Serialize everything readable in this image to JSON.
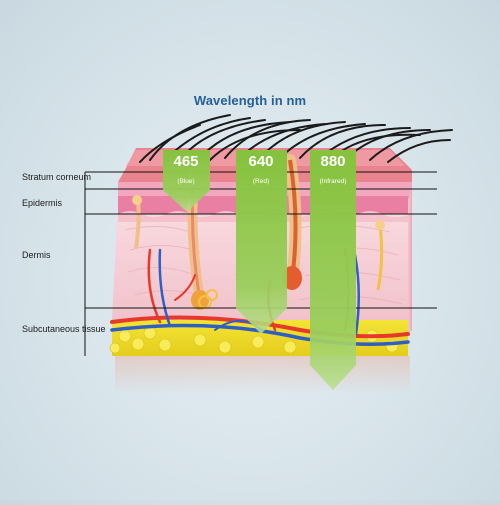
{
  "title": "Wavelength in nm",
  "layers": [
    {
      "label": "Stratum corneum"
    },
    {
      "label": "Epidermis"
    },
    {
      "label": "Dermis"
    },
    {
      "label": "Subcutaneous tissue"
    }
  ],
  "bars": [
    {
      "value": "465",
      "note": "(Blue)"
    },
    {
      "value": "640",
      "note": "(Red)"
    },
    {
      "value": "880",
      "note": "(Infrared)"
    }
  ],
  "colors": {
    "bar_green": "#8cc63f",
    "title_blue": "#245f9a",
    "fat_yellow": "#f0de2a",
    "dermis_pink": "#f7d3d8",
    "epidermis_pink": "#e97fa3"
  }
}
